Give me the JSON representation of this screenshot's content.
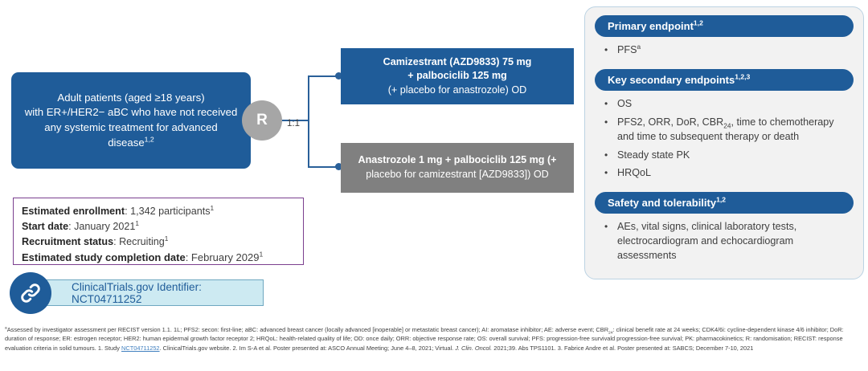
{
  "population": {
    "line1": "Adult patients (aged ≥18 years)",
    "line2": "with ER+/HER2− aBC who have not received",
    "line3": "any systemic treatment for advanced",
    "line4": "disease",
    "line4_sup": "1,2"
  },
  "randomisation": {
    "label": "R",
    "ratio": "1:1"
  },
  "arms": {
    "experimental": {
      "line1": "Camizestrant (AZD9833) 75 mg",
      "line2": "+ palbociclib 125 mg",
      "line3": "(+ placebo for anastrozole) OD"
    },
    "comparator": {
      "line1": "Anastrozole 1 mg + palbociclib 125 mg (+",
      "line2": "placebo for camizestrant [AZD9833]) OD"
    }
  },
  "details": {
    "enrollment_label": "Estimated enrollment",
    "enrollment_value": ": 1,342 participants",
    "enrollment_sup": "1",
    "start_label": "Start date",
    "start_value": ": January 2021",
    "start_sup": "1",
    "status_label": "Recruitment status",
    "status_value": ": Recruiting",
    "status_sup": "1",
    "completion_label": "Estimated study completion date",
    "completion_value": ": February 2029",
    "completion_sup": "1"
  },
  "nct": {
    "icon": "link-icon",
    "text": "ClinicalTrials.gov Identifier: NCT04711252"
  },
  "endpoints": {
    "primary": {
      "title": "Primary endpoint",
      "title_sup": "1,2",
      "items": [
        {
          "text": "PFS",
          "sup": "a"
        }
      ]
    },
    "secondary": {
      "title": "Key secondary endpoints",
      "title_sup": "1,2,3",
      "items": [
        {
          "text": "OS"
        },
        {
          "text": "PFS2, ORR, DoR, CBR",
          "sub": "24",
          "text_after": ", time to chemotherapy and time to subsequent therapy or death"
        },
        {
          "text": "Steady state PK"
        },
        {
          "text": "HRQoL"
        }
      ]
    },
    "safety": {
      "title": "Safety and tolerability",
      "title_sup": "1,2",
      "items": [
        {
          "text": "AEs, vital signs, clinical laboratory tests, electrocardiogram and echocardiogram assessments"
        }
      ]
    }
  },
  "footnotes": {
    "marker": "a",
    "part1": "Assessed by investigator assessment per RECIST version 1.1. 1L; PFS2: secon: first-line; aBC: advanced breast cancer (locally advanced [inoperable] or metastatic breast cancer); AI: aromatase inhibitor; AE: adverse event; CBR",
    "part1_sub": "24",
    "part2": ": clinical benefit rate at 24 weeks; CDK4/6i: cycline-dependent kinase 4/6 inhibitor; DoR: duration of response; ER: estrogen receptor; HER2: human epidermal growth factor receptor 2; HRQoL: health-related quality of life; OD: once daily; ORR: objective response rate; OS: overall survival; PFS: progression-free survivald progression-free survival; PK: pharmacokinetics; R: randomisation; RECIST: response evaluation criteria in solid tumours. 1. Study ",
    "link_text": "NCT04711252",
    "part3": ". ClinicalTrials.gov website. 2. Im S-A et al. Poster presented at: ASCO Annual Meeting; June 4–8, 2021; Virtual. ",
    "journal_italic": "J. Clin. Oncol.",
    "part4": " 2021;39. Abs TPS1101. 3. Fabrice Andre et al. Poster presented at: SABCS; December 7-10, 2021"
  },
  "colors": {
    "primary_blue": "#1f5c99",
    "comparator_gray": "#808080",
    "randomisation_gray": "#a6a6a6",
    "details_border_purple": "#7b3f8f",
    "pill_cyan": "#cdeaf2",
    "panel_gray": "#f2f2f2"
  }
}
